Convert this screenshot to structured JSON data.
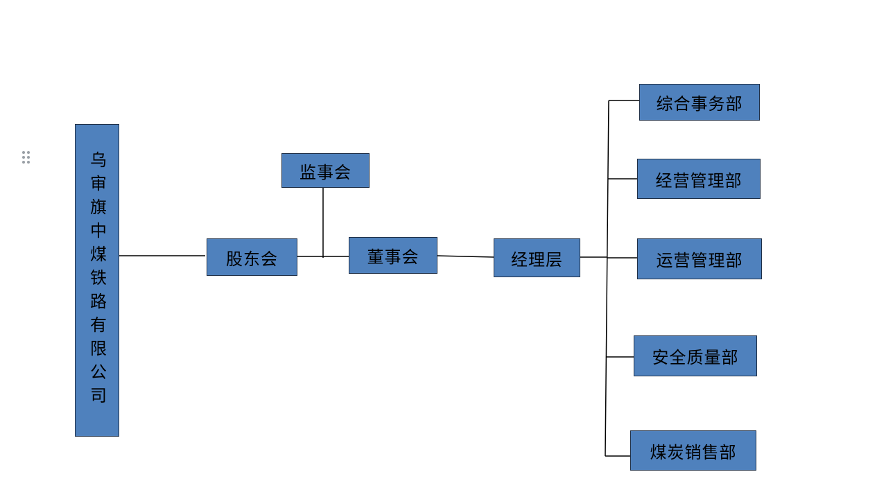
{
  "org_chart": {
    "company": "乌审旗中煤铁路有限公司",
    "shareholders": "股东会",
    "supervisors": "监事会",
    "board": "董事会",
    "management": "经理层",
    "departments": [
      "综合事务部",
      "经营管理部",
      "运营管理部",
      "安全质量部",
      "煤炭销售部"
    ]
  },
  "colors": {
    "node_fill": "#4f81bd",
    "node_border": "#1f2f46",
    "line": "#000000"
  },
  "icons": {
    "drag_handle": "drag-handle-icon"
  }
}
